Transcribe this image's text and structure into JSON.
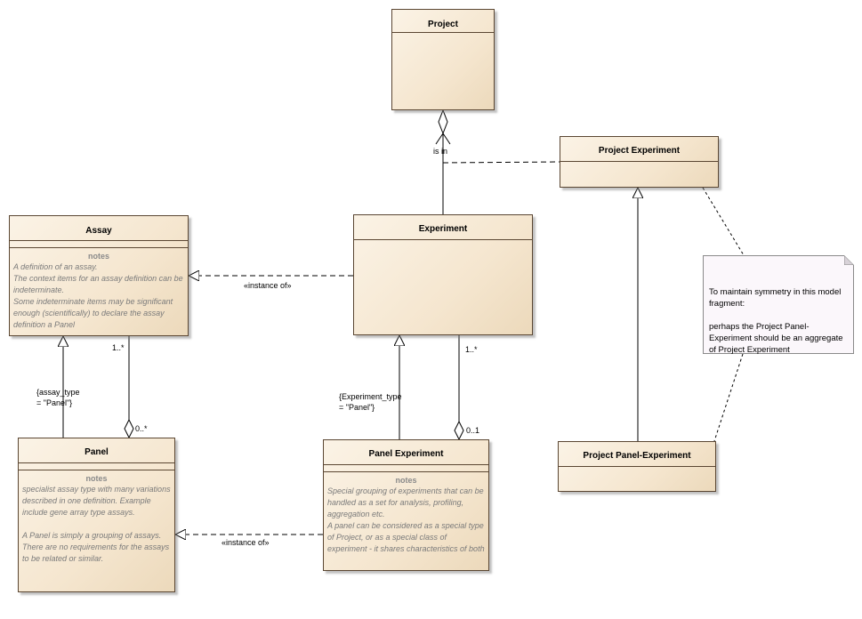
{
  "classes": {
    "project": {
      "name": "Project"
    },
    "project_experiment": {
      "name": "Project Experiment"
    },
    "assay": {
      "name": "Assay",
      "notes_title": "notes",
      "notes": "A definition of an assay.\nThe context items for an assay definition can be indeterminate.\nSome indeterminate items may be significant enough (scientifically) to declare the assay definition a Panel"
    },
    "experiment": {
      "name": "Experiment"
    },
    "panel": {
      "name": "Panel",
      "notes_title": "notes",
      "notes": "specialist assay type with many variations described in one definition.  Example include gene array type assays.\n\nA Panel is simply a grouping of assays.  There are no requirements for the assays to be related or similar."
    },
    "panel_experiment": {
      "name": "Panel Experiment",
      "notes_title": "notes",
      "notes": "Special grouping of experiments that can be handled as a set for analysis, profiling, aggregation etc.\nA panel can be considered as a special type of Project, or as a special class of experiment - it shares characteristics of both"
    },
    "project_panel_experiment": {
      "name": "Project Panel-Experiment"
    }
  },
  "note": {
    "text": "To maintain symmetry in this model fragment:\n\nperhaps the Project Panel-Experiment should be an aggregate of Project Experiment"
  },
  "labels": {
    "is_in": "is in",
    "instance_of_1": "«instance of»",
    "instance_of_2": "«instance of»",
    "assay_mult": "1..*",
    "panel_mult": "0..*",
    "experiment_mult": "1..*",
    "panel_exp_mult": "0..1",
    "assay_type": "{assay_type\n= \"Panel\"}",
    "experiment_type": "{Experiment_type\n= \"Panel\"}"
  }
}
